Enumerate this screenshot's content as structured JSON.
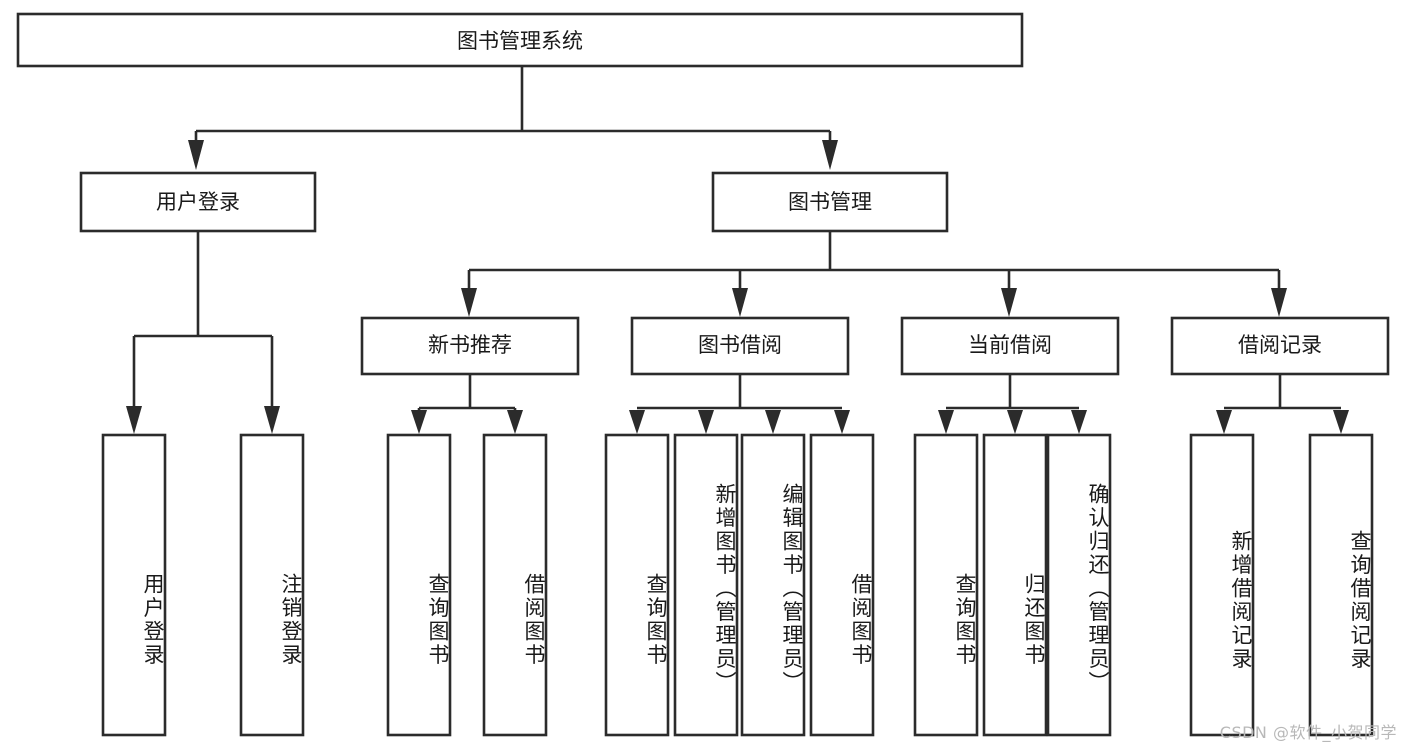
{
  "diagram": {
    "title": "图书管理系统",
    "watermark": "CSDN @软件_小贺同学",
    "colors": {
      "stroke": "#2b2b2b",
      "fill": "#ffffff",
      "text": "#1a1a1a",
      "watermark": "#b8b8b8"
    },
    "root": {
      "label": "图书管理系统",
      "orientation": "horizontal"
    },
    "level2": [
      {
        "label": "用户登录",
        "orientation": "horizontal"
      },
      {
        "label": "图书管理",
        "orientation": "horizontal"
      }
    ],
    "level3": [
      {
        "label": "新书推荐",
        "orientation": "horizontal"
      },
      {
        "label": "图书借阅",
        "orientation": "horizontal"
      },
      {
        "label": "当前借阅",
        "orientation": "horizontal"
      },
      {
        "label": "借阅记录",
        "orientation": "horizontal"
      }
    ],
    "leaves": {
      "user_login": [
        {
          "label": "用户登录",
          "orientation": "vertical"
        },
        {
          "label": "注销登录",
          "orientation": "vertical"
        }
      ],
      "new_book_recommend": [
        {
          "label": "查询图书",
          "orientation": "vertical"
        },
        {
          "label": "借阅图书",
          "orientation": "vertical"
        }
      ],
      "book_borrow": [
        {
          "label": "查询图书",
          "orientation": "vertical"
        },
        {
          "label": "新增图书（管理员）",
          "orientation": "vertical"
        },
        {
          "label": "编辑图书（管理员）",
          "orientation": "vertical"
        },
        {
          "label": "借阅图书",
          "orientation": "vertical"
        }
      ],
      "current_borrow": [
        {
          "label": "查询图书",
          "orientation": "vertical"
        },
        {
          "label": "归还图书",
          "orientation": "vertical"
        },
        {
          "label": "确认归还（管理员）",
          "orientation": "vertical"
        }
      ],
      "borrow_record": [
        {
          "label": "新增借阅记录",
          "orientation": "vertical"
        },
        {
          "label": "查询借阅记录",
          "orientation": "vertical"
        }
      ]
    }
  }
}
